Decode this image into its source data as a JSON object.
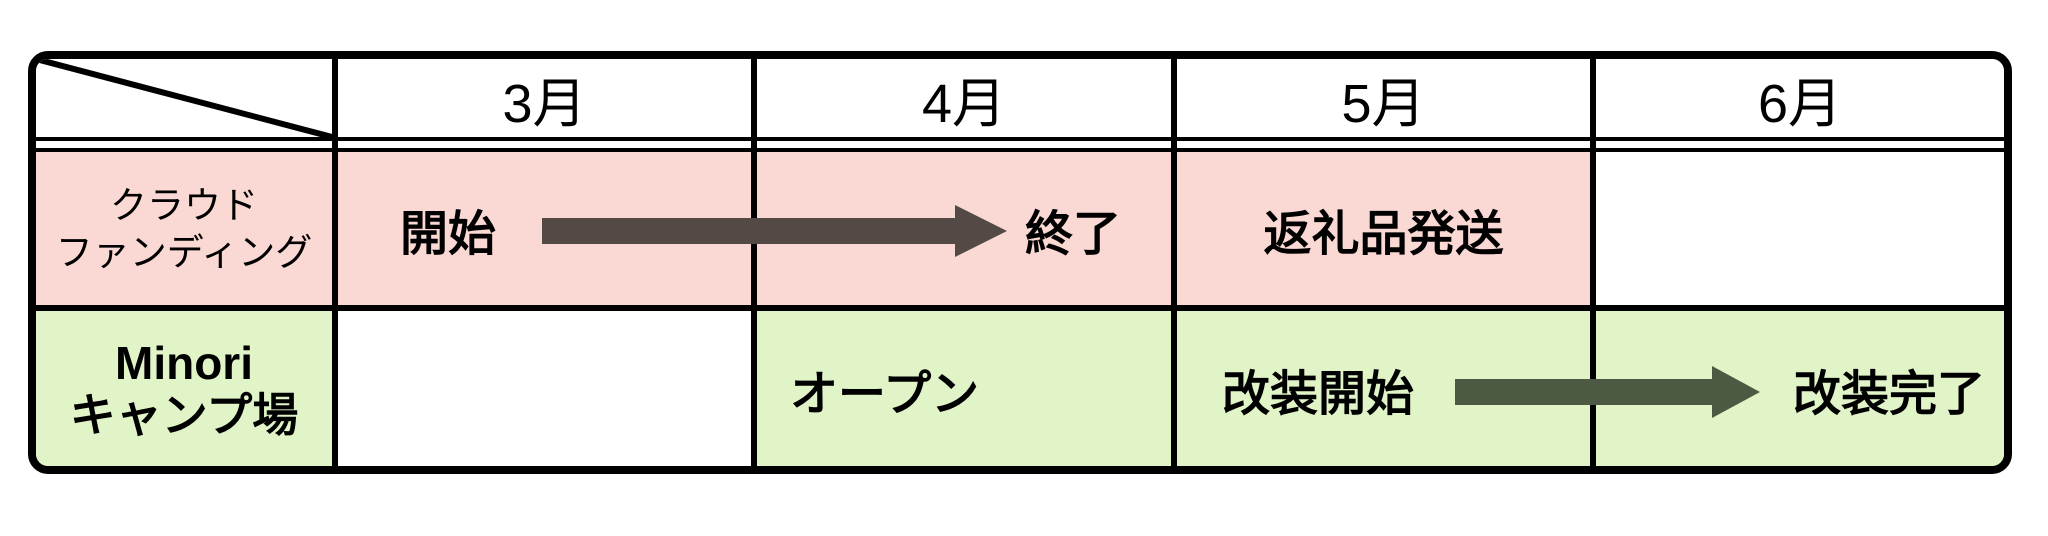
{
  "chart_data": {
    "type": "table",
    "subtype": "gantt_schedule",
    "columns": [
      "3月",
      "4月",
      "5月",
      "6月"
    ],
    "rows": [
      {
        "name": "クラウドファンディング",
        "name_lines": [
          "クラウド",
          "ファンディング"
        ],
        "row_color": "#fad8d3",
        "cells": {
          "m3": "開始",
          "m4": "終了",
          "m5": "返礼品発送",
          "m6": ""
        },
        "arrow": {
          "from_label": "開始",
          "to_label": "終了",
          "span": "3月→4月",
          "color": "#534a46"
        }
      },
      {
        "name": "Minoriキャンプ場",
        "name_lines": [
          "Minori",
          "キャンプ場"
        ],
        "row_color": "#e0f4c8",
        "cells": {
          "m3": "",
          "m4": "オープン",
          "m5": "改装開始",
          "m6": "改装完了"
        },
        "arrow": {
          "from_label": "改装開始",
          "to_label": "改装完了",
          "span": "5月→6月",
          "color": "#4c5a43"
        }
      }
    ],
    "layout_hints": {
      "header_separator": "double-line",
      "empty_cells": [
        "row1-6月",
        "row2-3月"
      ],
      "corner_cell": "diagonal-slash"
    }
  },
  "colors": {
    "pink": "#fad8d3",
    "green": "#e0f4c8",
    "arrow1": "#534a46",
    "arrow2": "#4c5a43",
    "border": "#000000"
  }
}
